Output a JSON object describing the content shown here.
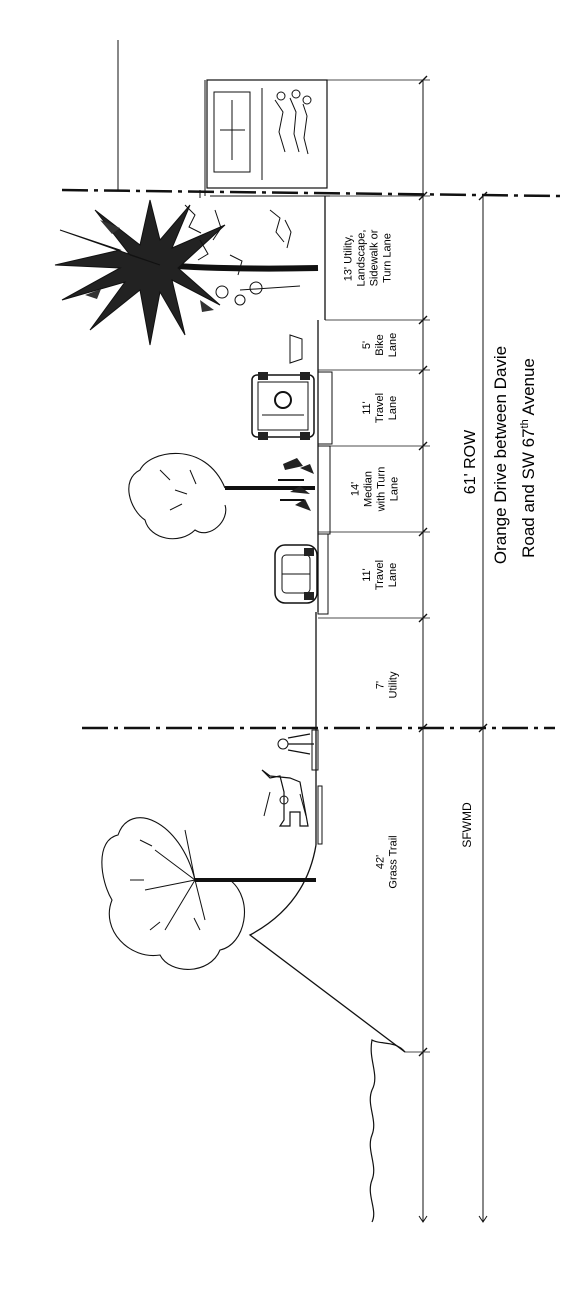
{
  "segments": [
    {
      "name": "13' Utility, Landscape, Sidewalk or Turn Lane",
      "lines": [
        "13' Utility,",
        "Landscape,",
        "Sidewalk or",
        "Turn Lane"
      ]
    },
    {
      "name": "5' Bike Lane",
      "lines": [
        "5'",
        "Bike",
        "Lane"
      ]
    },
    {
      "name": "11' Travel Lane",
      "lines": [
        "11'",
        "Travel",
        "Lane"
      ]
    },
    {
      "name": "14' Median with Turn Lane",
      "lines": [
        "14'",
        "Median",
        "with Turn",
        "Lane"
      ]
    },
    {
      "name": "11' Travel Lane",
      "lines": [
        "11'",
        "Travel",
        "Lane"
      ]
    },
    {
      "name": "7' Utility",
      "lines": [
        "7'",
        "Utility"
      ]
    },
    {
      "name": "42' Grass Trail",
      "lines": [
        "42'",
        "Grass Trail"
      ]
    }
  ],
  "row_label": "61' ROW",
  "sfwmd_label": "SFWMD",
  "caption": {
    "line1": "Orange Drive between Davie",
    "line2_prefix": "Road and SW 67",
    "line2_sup": "th",
    "line2_suffix": " Avenue"
  },
  "icons": [
    "building-icon",
    "palm-tree-icon",
    "oak-tree-icon",
    "tree-icon",
    "car-icon",
    "suv-icon",
    "horse-rider-icon",
    "pedestrian-icon",
    "canal-water-icon"
  ]
}
